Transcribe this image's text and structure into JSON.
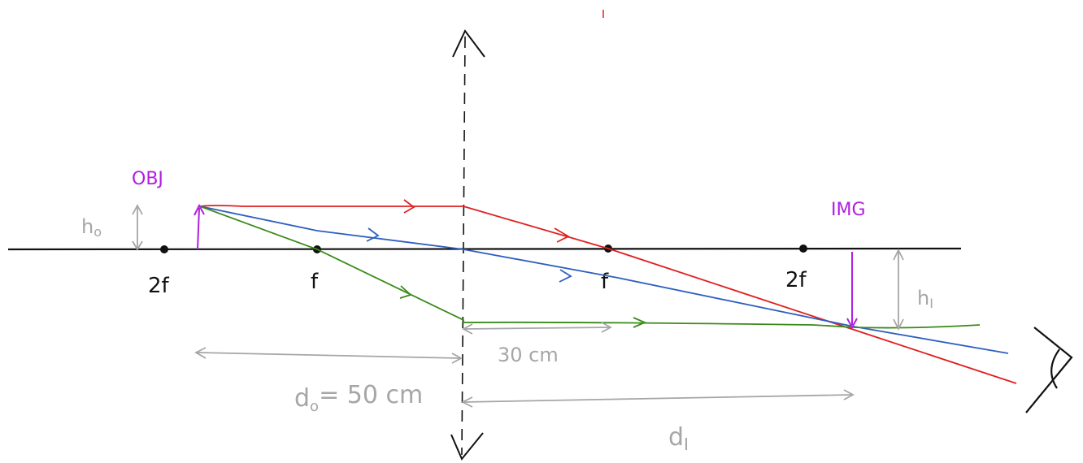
{
  "labels": {
    "object": "OBJ",
    "image": "IMG",
    "two_f_left": "2f",
    "f_left": "f",
    "f_right": "f",
    "two_f_right": "2f",
    "h_object": "h",
    "h_object_sub": "o",
    "h_image": "h",
    "h_image_sub": "I",
    "focal_length": "30 cm",
    "object_distance": "d",
    "object_distance_sub": "o",
    "object_distance_value": "= 50 cm",
    "image_distance": "d",
    "image_distance_sub": "I"
  },
  "colors": {
    "axis": "#111111",
    "lens": "#111111",
    "ray_red": "#e02020",
    "ray_blue": "#2e5fbf",
    "ray_green": "#3a8a1a",
    "object_arrow": "#b020e0",
    "dimension": "#a6a6a6"
  },
  "icons": {
    "eye": "eye-icon"
  }
}
